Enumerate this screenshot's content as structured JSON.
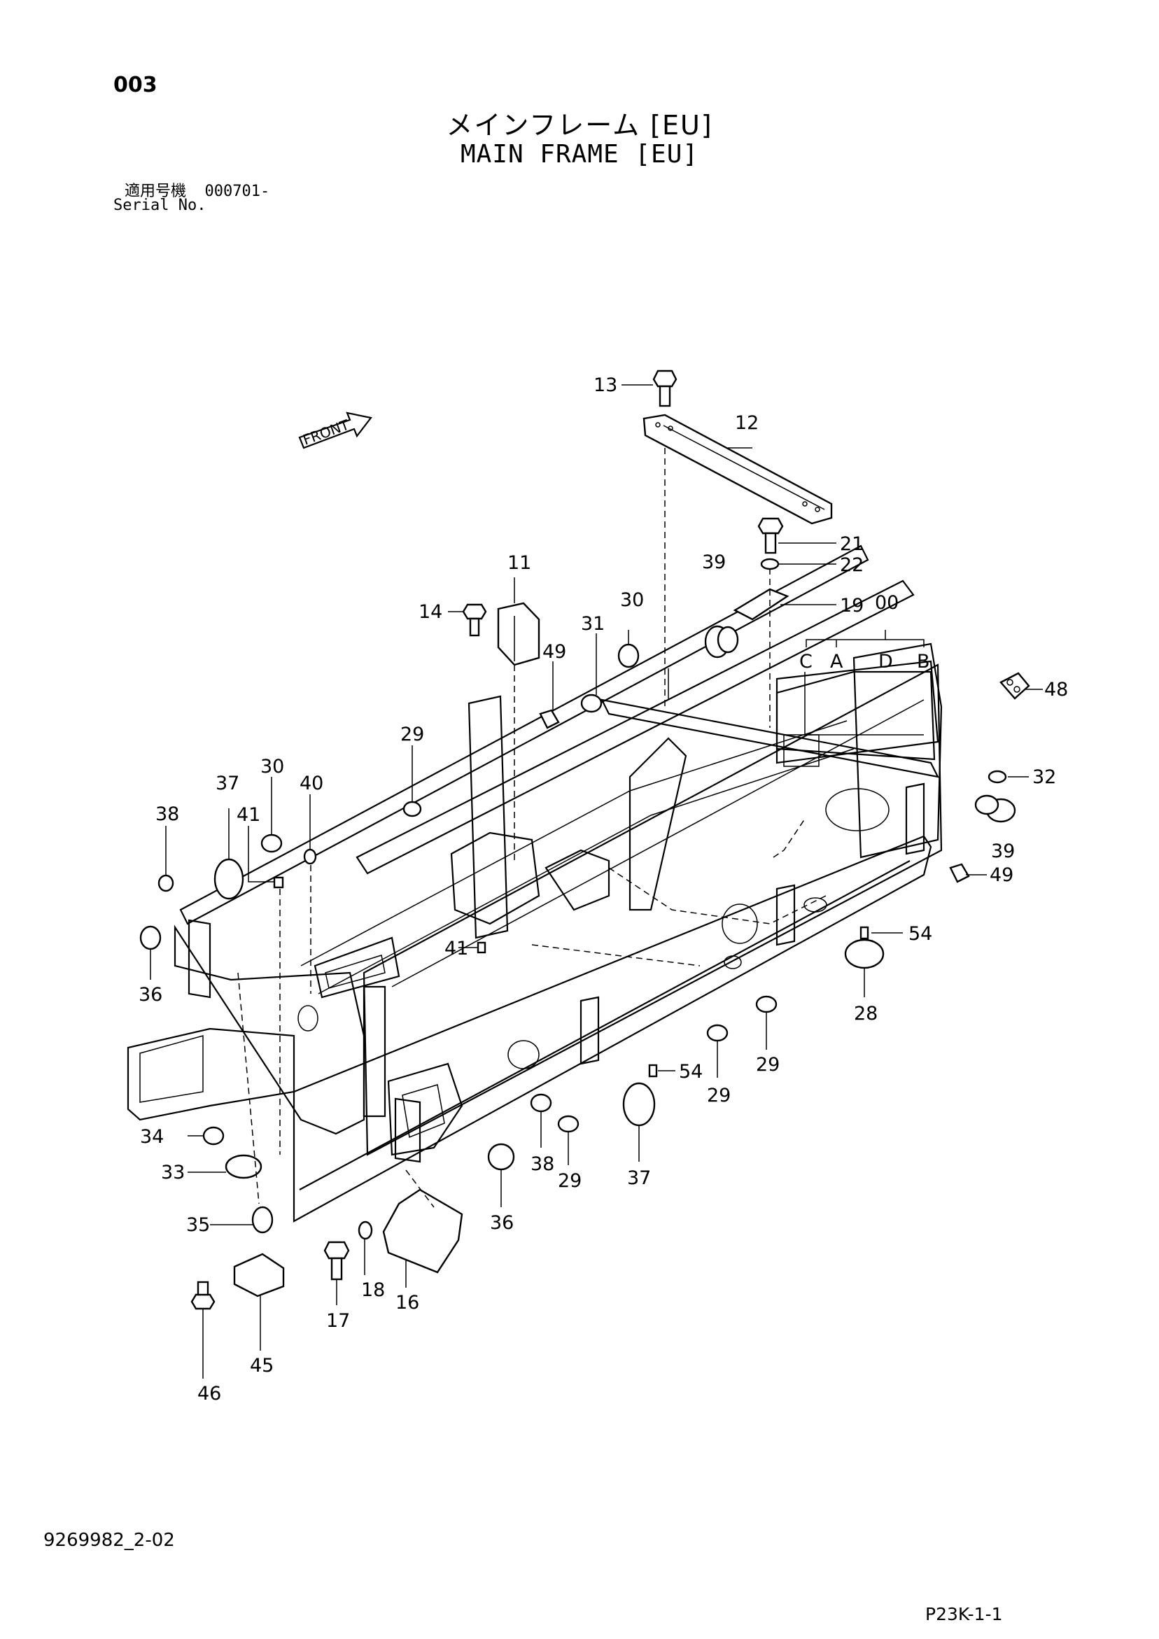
{
  "header": {
    "page_code": "003",
    "title_jp": "メインフレーム [EU]",
    "title_en": "MAIN FRAME [EU]",
    "serial_label_jp": "適用号機",
    "serial_value": "000701-",
    "serial_label_en": "Serial No."
  },
  "footer": {
    "diagram_id": "9269982_2-02",
    "page_ref": "P23K-1-1"
  },
  "diagram": {
    "front_label": "FRONT",
    "callouts": {
      "c00": "00",
      "cA": "A",
      "cB": "B",
      "cC": "C",
      "cD": "D",
      "c11": "11",
      "c12": "12",
      "c13": "13",
      "c14": "14",
      "c16": "16",
      "c17": "17",
      "c18": "18",
      "c19": "19",
      "c21": "21",
      "c22": "22",
      "c28": "28",
      "c29a": "29",
      "c29b": "29",
      "c29c": "29",
      "c29d": "29",
      "c30a": "30",
      "c30b": "30",
      "c31": "31",
      "c32": "32",
      "c33": "33",
      "c34": "34",
      "c35": "35",
      "c36a": "36",
      "c36b": "36",
      "c37a": "37",
      "c37b": "37",
      "c38a": "38",
      "c38b": "38",
      "c39a": "39",
      "c39b": "39",
      "c40": "40",
      "c41a": "41",
      "c41b": "41",
      "c45": "45",
      "c46": "46",
      "c48": "48",
      "c49a": "49",
      "c49b": "49",
      "c54a": "54",
      "c54b": "54"
    }
  }
}
